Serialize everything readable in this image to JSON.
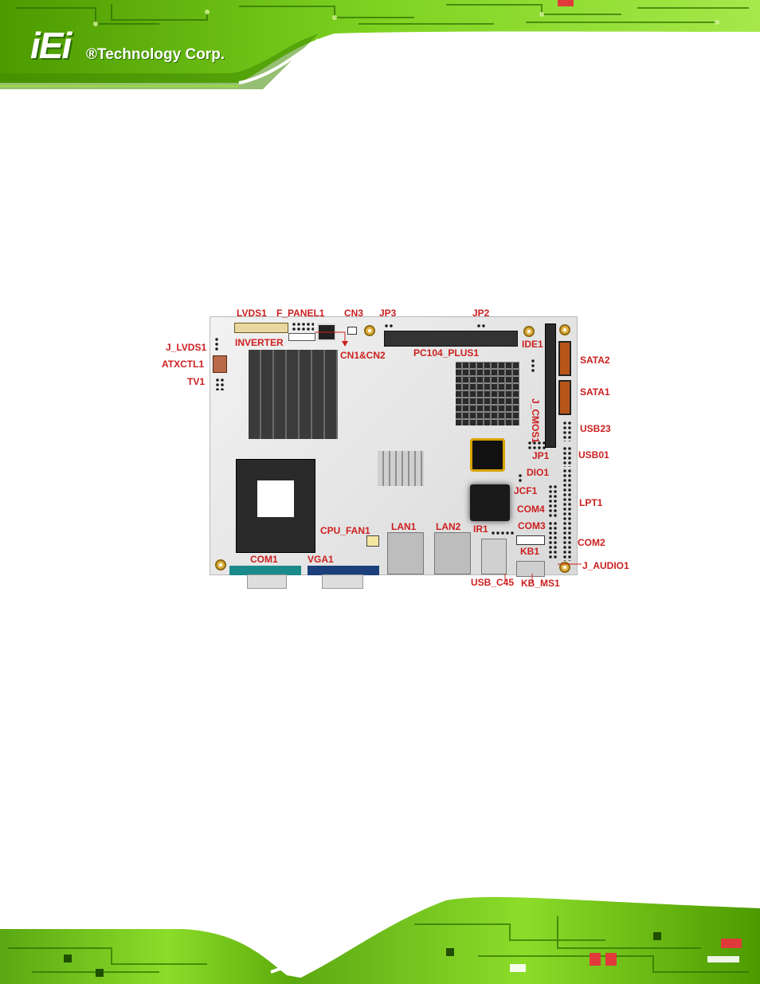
{
  "brand": {
    "logo_mark": "iEi",
    "logo_text": "®Technology Corp."
  },
  "colors": {
    "banner_green": "#7ed321",
    "label_red": "#cc1f1f"
  },
  "figure": {
    "labels": {
      "lvds1": "LVDS1",
      "f_panel1": "F_PANEL1",
      "cn3": "CN3",
      "jp3": "JP3",
      "jp2": "JP2",
      "inverter": "INVERTER",
      "cn1_cn2": "CN1&CN2",
      "pc104": "PC104_PLUS1",
      "ide1": "IDE1",
      "j_lvds1": "J_LVDS1",
      "atxctl1": "ATXCTL1",
      "tv1": "TV1",
      "sata2": "SATA2",
      "sata1": "SATA1",
      "j_cmos1": "J_CMOS1",
      "usb23": "USB23",
      "jp1": "JP1",
      "usb01": "USB01",
      "dio1": "DIO1",
      "lpt1": "LPT1",
      "jcf1": "JCF1",
      "com4": "COM4",
      "com3": "COM3",
      "com2": "COM2",
      "cpu_fan1": "CPU_FAN1",
      "lan1": "LAN1",
      "lan2": "LAN2",
      "ir1": "IR1",
      "kb1": "KB1",
      "com1": "COM1",
      "vga1": "VGA1",
      "j_audio1": "J_AUDIO1",
      "usb_c45": "USB_C45",
      "kb_ms1": "KB_MS1"
    }
  }
}
